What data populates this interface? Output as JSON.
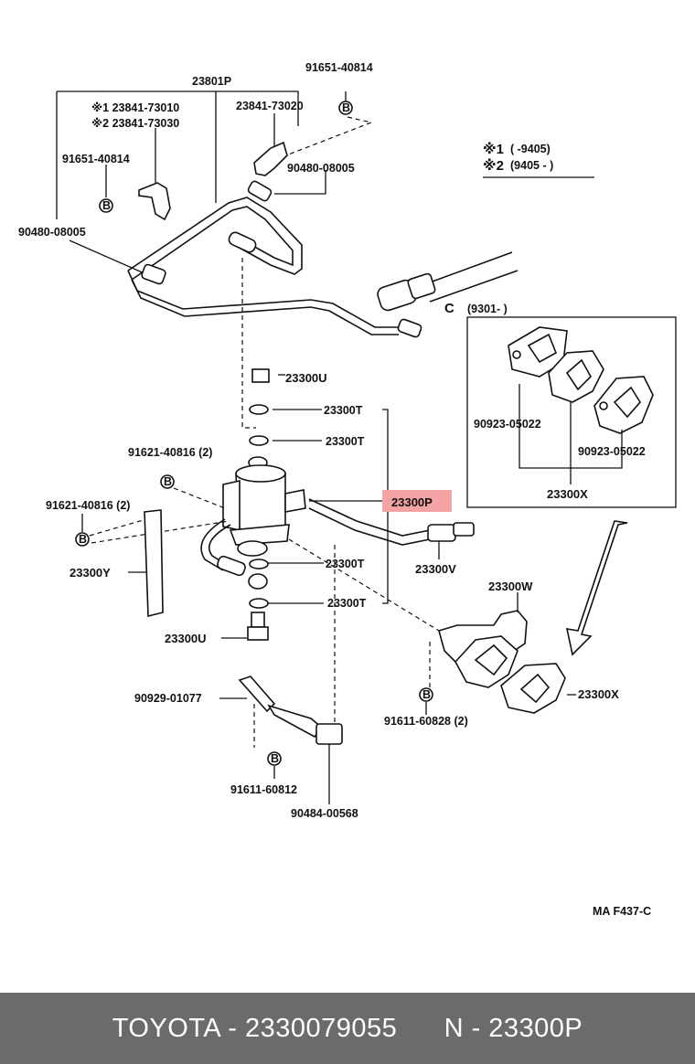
{
  "labels": {
    "p23801p": "23801P",
    "p91651_top": "91651-40814",
    "p23841_73020": "23841-73020",
    "n1_23841_73010": "※1 23841-73010",
    "n2_23841_73030": "※2 23841-73030",
    "p91651_left": "91651-40814",
    "p90480_right": "90480-08005",
    "p90480_left": "90480-08005",
    "b_mark": "B",
    "c_mark": "C",
    "note1_sym": "※1",
    "note1_range": "(       -9405)",
    "note2_sym": "※2",
    "note2_range": "(9405 -       )",
    "inset_range": "(9301-       )",
    "p23300u_top": "23300U",
    "p23300t_1": "23300T",
    "p23300t_2": "23300T",
    "p23300t_3": "23300T",
    "p23300t_4": "23300T",
    "p91621_top": "91621-40816 (2)",
    "p91621_left": "91621-40816 (2)",
    "p23300p": "23300P",
    "p23300y": "23300Y",
    "p23300v": "23300V",
    "p23300u_bot": "23300U",
    "p90923_left": "90923-05022",
    "p90923_right": "90923-05022",
    "p23300x_inset": "23300X",
    "p23300w": "23300W",
    "p23300x_bot": "23300X",
    "p90929": "90929-01077",
    "p91611_60828": "91611-60828 (2)",
    "p91611_60812": "91611-60812",
    "p90484": "90484-00568",
    "fig_code": "MA  F437-C"
  },
  "footer": {
    "text": "TOYOTA - 2330079055      N - 23300P"
  },
  "highlight_color": "#f3a3a3"
}
